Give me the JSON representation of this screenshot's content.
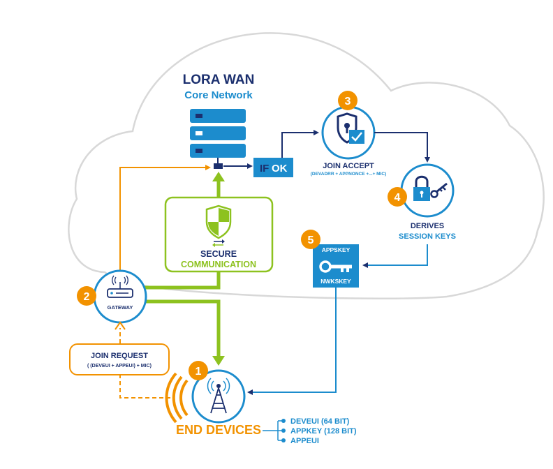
{
  "title": "LORA WAN",
  "subtitle": "Core Network",
  "if_label": "IF",
  "ok_label": "OK",
  "steps": {
    "s1": "1",
    "s2": "2",
    "s3": "3",
    "s4": "4",
    "s5": "5"
  },
  "join_accept": {
    "title": "JOIN ACCEPT",
    "detail": "(DEVADRR + APPNONCE +...+ MIC)"
  },
  "derives": {
    "line1": "DERIVES",
    "line2": "SESSION KEYS"
  },
  "keys_box": {
    "top": "APPSKEY",
    "bottom": "NWKSKEY"
  },
  "secure": {
    "line1": "SECURE",
    "line2": "COMMUNICATION"
  },
  "gateway_label": "GATEWAY",
  "join_request": {
    "title": "JOIN REQUEST",
    "detail": "( (DEVEUI + APPEUI) + MIC)"
  },
  "end_devices_label": "END DEVICES",
  "device_ids": [
    "DEVEUI (64 BIT)",
    "APPKEY (128 BIT)",
    "APPEUI"
  ],
  "colors": {
    "navy": "#1b2f6e",
    "blue": "#1c8ccd",
    "orange": "#f29200",
    "green": "#8dc21f",
    "cloud_stroke": "#d8d8d8"
  }
}
